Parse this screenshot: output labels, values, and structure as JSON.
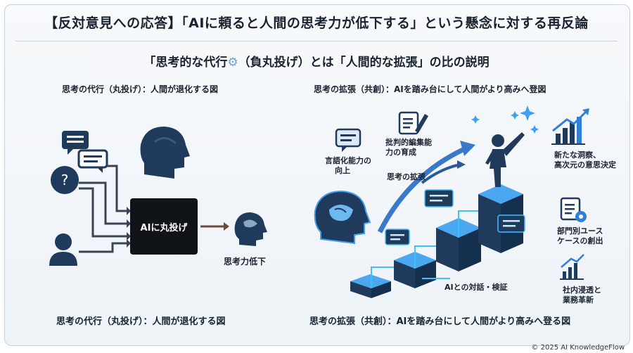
{
  "title": "【反対意見への応答】「AIに頼ると人間の思考力が低下する」という懸念に対する再反論",
  "subtitle": "「思考的な代行",
  "subtitle_rest": "（負丸投げ）とは「人間的な拡張」の比の説明",
  "left": {
    "heading": "思考の代行（丸投げ）：人間が退化する図",
    "box_label": "AIに丸投げ",
    "outcome": "思考力低下",
    "caption": "思考の代行（丸投げ）：人間が退化する図"
  },
  "right": {
    "heading": "思考の拡張（共創）：AIを踏み台にして人間がより高みへ登図",
    "label_language": [
      "言語化能力の",
      "向上"
    ],
    "label_critical": [
      "批判的編集能",
      "力の育成"
    ],
    "label_expansion": "思考の拡張",
    "label_dialogue": "AIとの対話・検証",
    "label_insight": [
      "新たな洞察、",
      "高次元の意思決定"
    ],
    "label_usecase": [
      "部門別ユース",
      "ケースの創出"
    ],
    "label_adoption": [
      "社内浸透と",
      "業務革新"
    ],
    "caption": "思考の拡張（共創）：AIを踏み台にして人間がより高みへ登る図"
  },
  "footer": "© 2025 AI KnowledgeFlow",
  "colors": {
    "dark": "#1f3a5a",
    "accent": "#2f7fd8",
    "glow": "#3fa0f0",
    "box": "#101418"
  }
}
